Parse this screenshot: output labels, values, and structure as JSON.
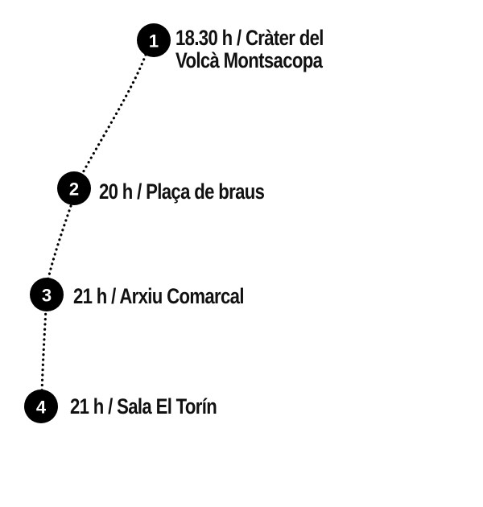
{
  "stops": [
    {
      "number": "1",
      "label_lines": [
        "18.30 h / Cràter del",
        "Volcà Montsacopa"
      ]
    },
    {
      "number": "2",
      "label_lines": [
        "20 h / Plaça de braus"
      ]
    },
    {
      "number": "3",
      "label_lines": [
        "21 h / Arxiu Comarcal"
      ]
    },
    {
      "number": "4",
      "label_lines": [
        "21 h / Sala El Torín"
      ]
    }
  ]
}
